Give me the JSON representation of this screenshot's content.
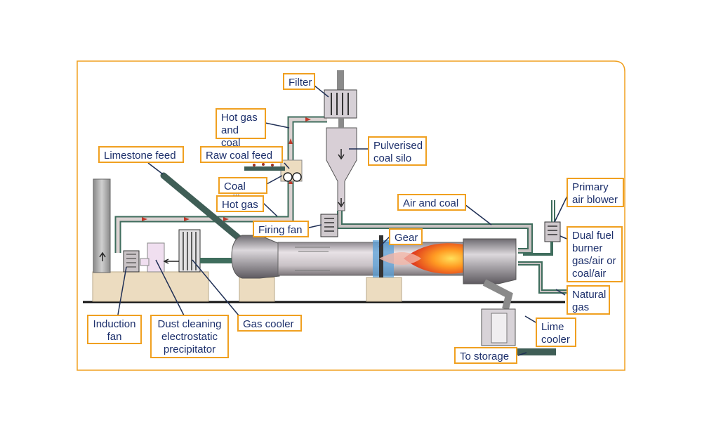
{
  "labels": {
    "filter": "Filter",
    "hot_gas_and_coal": "Hot gas\nand coal",
    "pulverised_coal_silo": "Pulverised\ncoal silo",
    "limestone_feed": "Limestone feed",
    "raw_coal_feed": "Raw coal feed",
    "coal_mill": "Coal mill",
    "hot_gas": "Hot gas",
    "air_and_coal": "Air and coal",
    "primary_air_blower": "Primary\nair blower",
    "firing_fan": "Firing fan",
    "gear": "Gear",
    "dual_fuel_burner": "Dual fuel\nburner\ngas/air or\ncoal/air",
    "natural_gas": "Natural\ngas",
    "induction_fan": "Induction\nfan",
    "dust_cleaning_precipitator": "Dust cleaning\nelectrostatic\nprecipitator",
    "gas_cooler": "Gas cooler",
    "lime_cooler": "Lime\ncooler",
    "to_storage": "To storage"
  },
  "colors": {
    "frame_border": "#f0a020",
    "label_text": "#1c2f6b",
    "pipe": "#3f6d5d",
    "pipe_fill": "#d9cfcf",
    "arrow": "#c0392b",
    "foundation": "#ecdcc0",
    "ground": "#111111",
    "kiln": "#c8c0c4",
    "flame_outer": "#e0302a",
    "flame_inner": "#ffd23f"
  }
}
